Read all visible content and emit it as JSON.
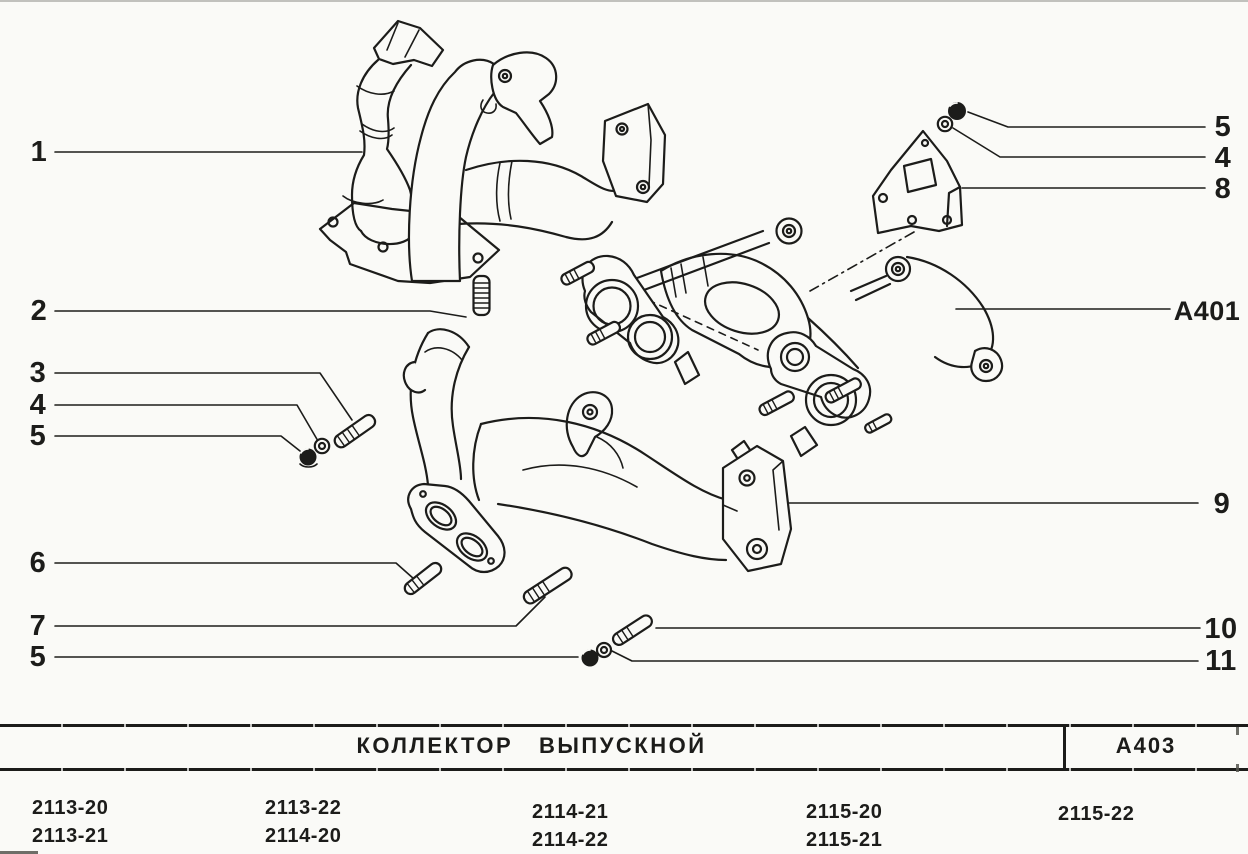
{
  "colors": {
    "paper": "#fafaf7",
    "ink": "#1c1c1a"
  },
  "title_block": {
    "part_name": "КОЛЛЕКТОР   ВЫПУСКНОЙ",
    "section_code": "A403"
  },
  "callouts": {
    "left": [
      "1",
      "2",
      "3",
      "4",
      "5",
      "6",
      "7",
      "5"
    ],
    "right": [
      "5",
      "4",
      "8",
      "A401",
      "9",
      "10",
      "11"
    ]
  },
  "models": {
    "row1": [
      "2113-20",
      "2113-22",
      "2114-21",
      "2115-20",
      "2115-22"
    ],
    "row2": [
      "2113-21",
      "2114-20",
      "2114-22",
      "2115-21"
    ]
  }
}
